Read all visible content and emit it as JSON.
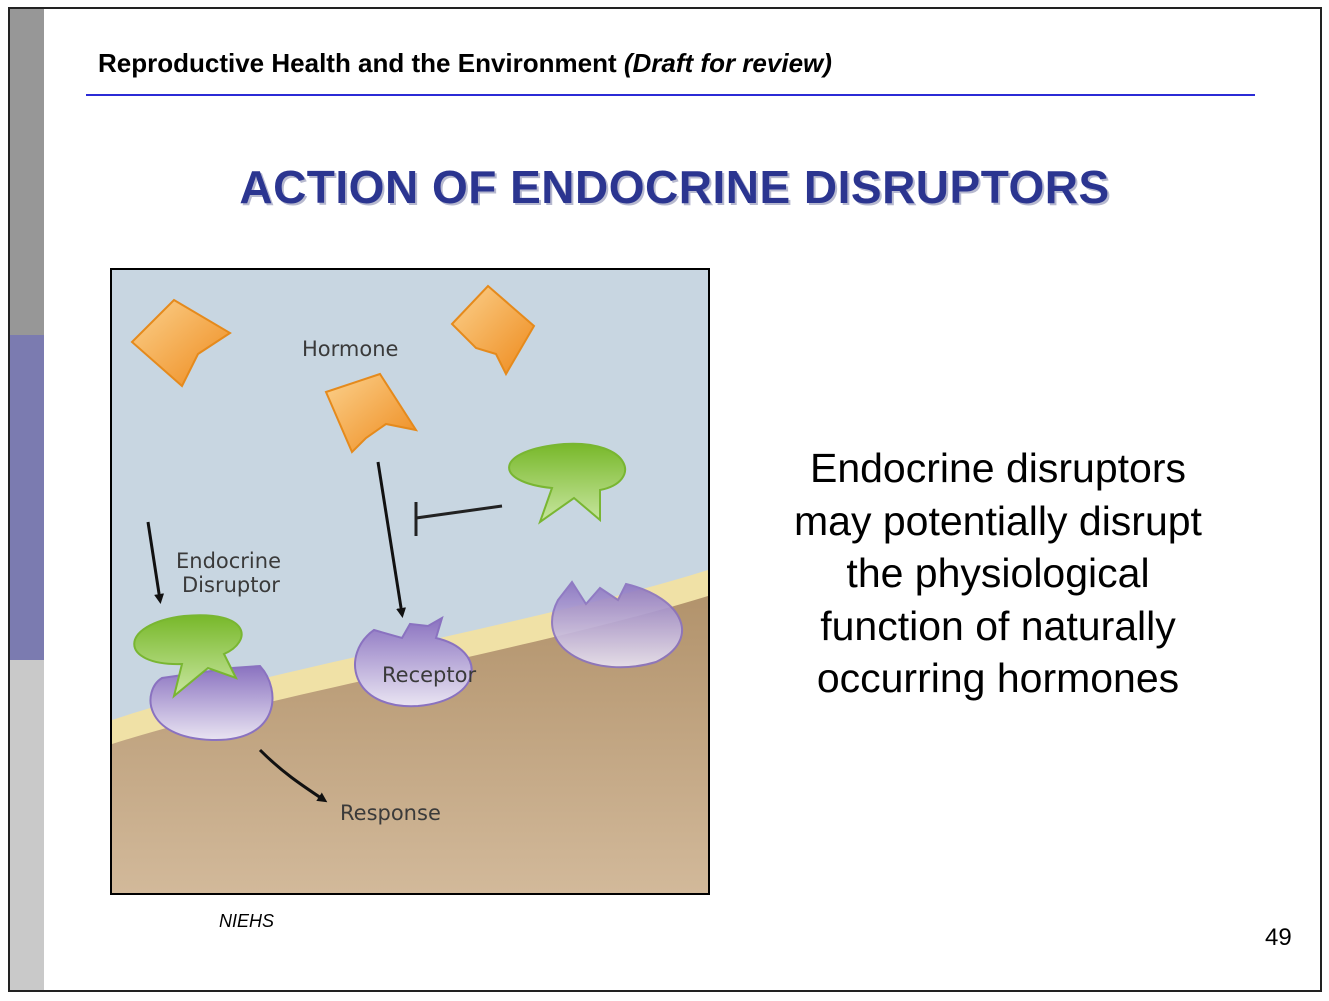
{
  "header": {
    "title": "Reproductive Health and the Environment",
    "draft_note": "(Draft for review)"
  },
  "slide": {
    "title": "ACTION OF ENDOCRINE DISRUPTORS",
    "body_text": "Endocrine disruptors may potentially disrupt the physiological function of naturally occurring hormones",
    "source": "NIEHS",
    "page_number": "49"
  },
  "figure": {
    "labels": {
      "hormone": "Hormone",
      "disruptor_line1": "Endocrine",
      "disruptor_line2": "Disruptor",
      "receptor": "Receptor",
      "response": "Response"
    }
  },
  "colors": {
    "title": "#2b3590",
    "header_rule": "#2b2bd6",
    "hormone": "#f0962a",
    "disruptor": "#8cc43a",
    "receptor": "#9a86c8",
    "cell": "#b89a74",
    "medium": "#c8d6e1"
  }
}
